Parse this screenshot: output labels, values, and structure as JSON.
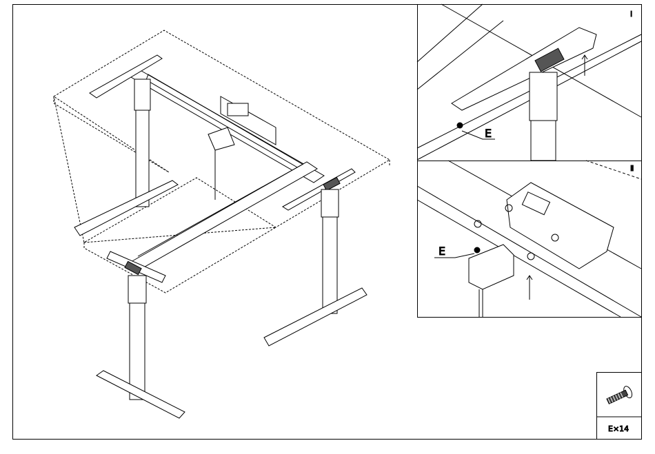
{
  "detail_views": [
    {
      "label": "Ⅰ",
      "part_callout": "E"
    },
    {
      "label": "Ⅱ",
      "part_callout": "E"
    }
  ],
  "parts": [
    {
      "id": "E",
      "label": "E×14",
      "icon": "screw-icon"
    }
  ],
  "colors": {
    "line": "#000000",
    "fill": "#ffffff",
    "shade": "#555555"
  }
}
